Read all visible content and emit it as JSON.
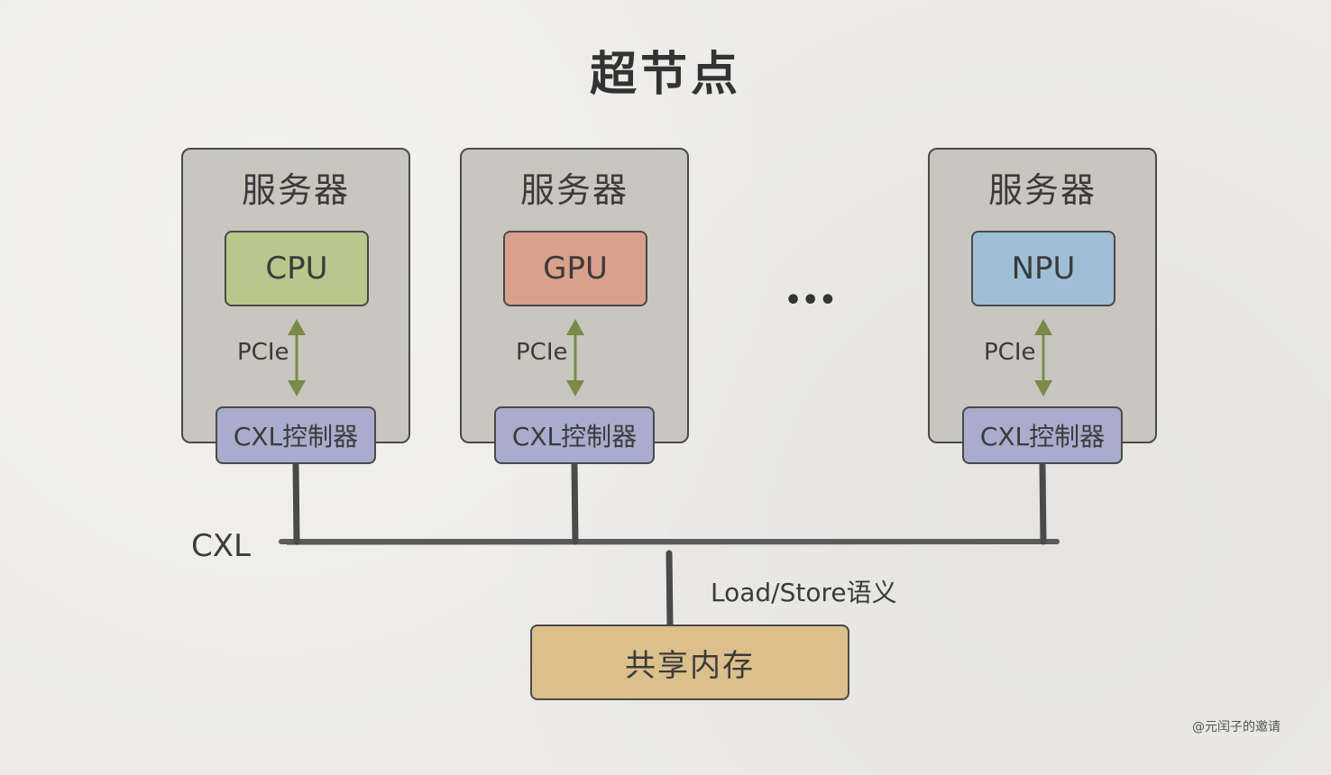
{
  "title": "超节点",
  "servers": [
    {
      "label": "服务器",
      "chip": "CPU",
      "chip_color": "#b9c78c",
      "pcie": "PCIe",
      "controller": "CXL控制器"
    },
    {
      "label": "服务器",
      "chip": "GPU",
      "chip_color": "#d9a08b",
      "pcie": "PCIe",
      "controller": "CXL控制器"
    },
    {
      "label": "服务器",
      "chip": "NPU",
      "chip_color": "#9fbfd6",
      "pcie": "PCIe",
      "controller": "CXL控制器"
    }
  ],
  "ellipsis": "•••",
  "bus_label": "CXL",
  "memory_link_label": "Load/Store语义",
  "memory": "共享内存",
  "watermark": "@元闰子的邀请",
  "colors": {
    "server_bg": "#c9c5bf",
    "controller_bg": "#a9accc",
    "memory_bg": "#dcbf8a",
    "arrow": "#7a8a4a",
    "bus": "#4a4a4a"
  }
}
